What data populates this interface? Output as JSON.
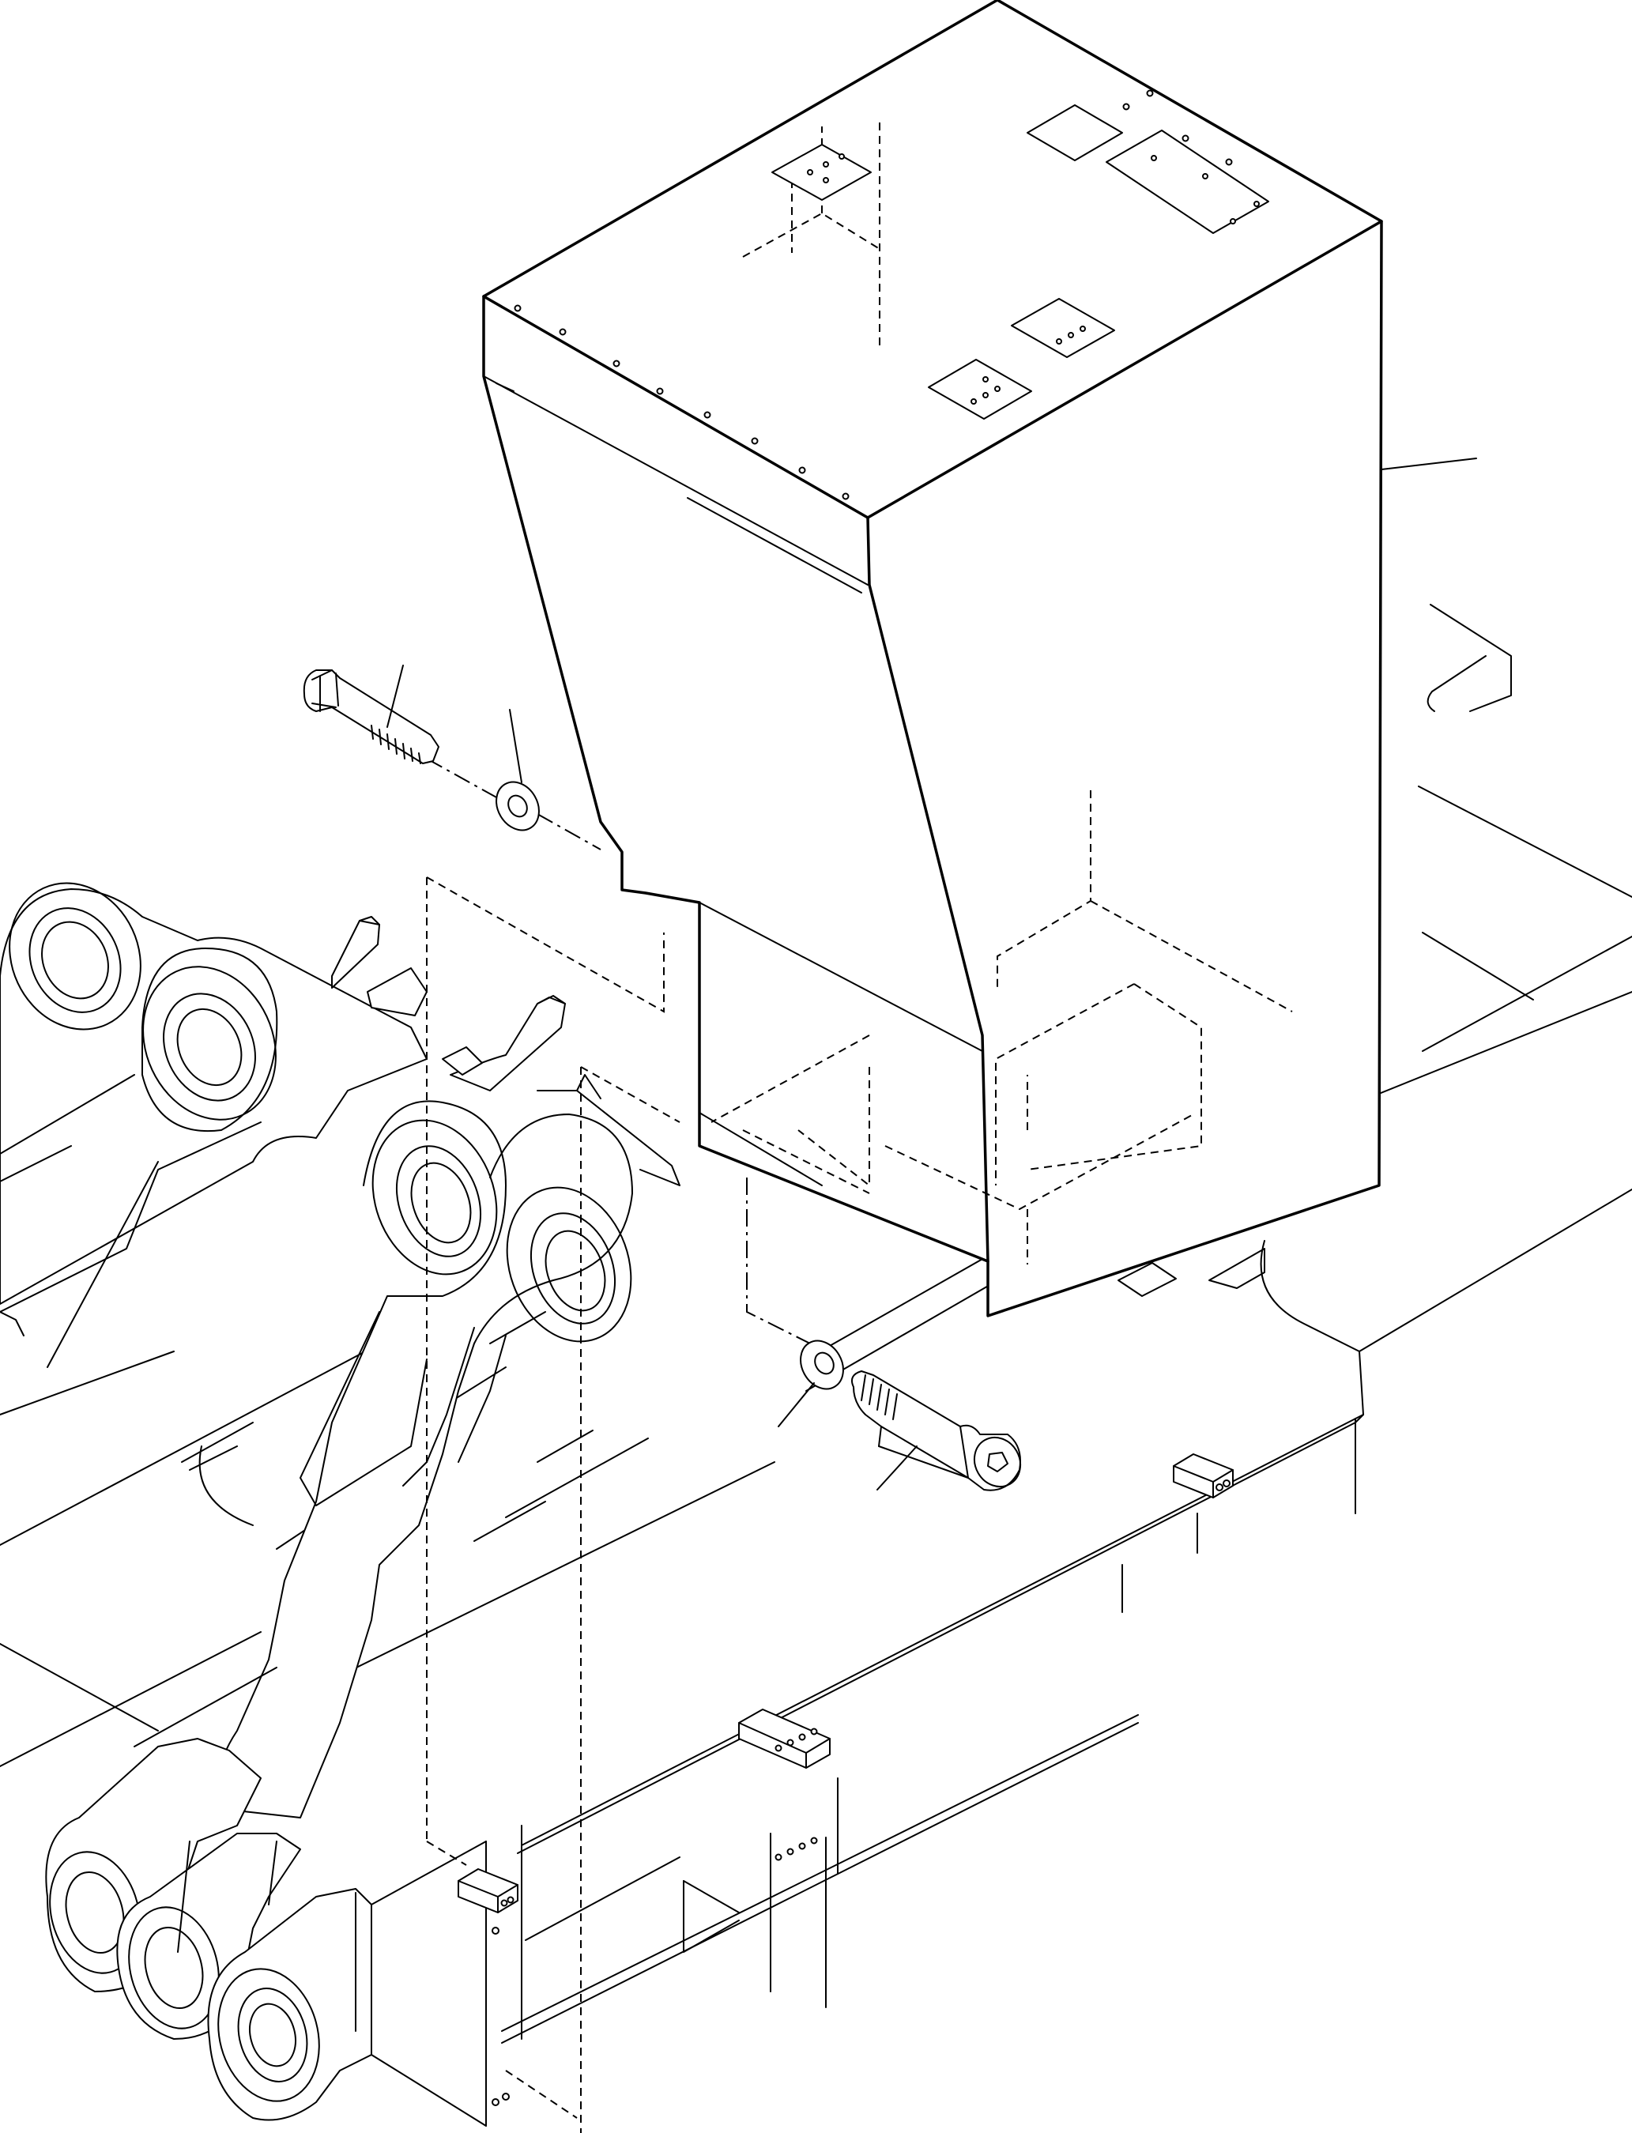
{
  "drawing": {
    "parts": [
      {
        "id": "counterweight",
        "icon": "counterweight-block-icon"
      },
      {
        "id": "bolt-hex-left",
        "icon": "hex-bolt-icon"
      },
      {
        "id": "washer-left",
        "icon": "washer-icon"
      },
      {
        "id": "washer-right",
        "icon": "washer-icon"
      },
      {
        "id": "bolt-socket-right",
        "icon": "socket-cap-bolt-icon"
      },
      {
        "id": "revolving-frame",
        "icon": "revolving-frame-icon"
      }
    ],
    "line_color": "#000000",
    "background": "#ffffff"
  }
}
